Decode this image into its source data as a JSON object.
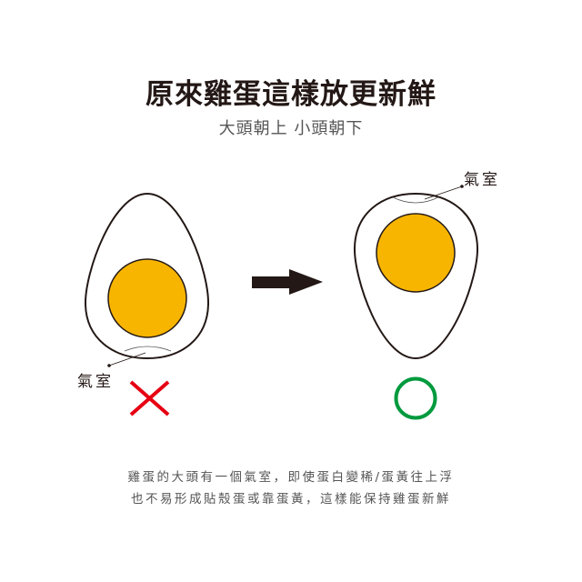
{
  "title": "原來雞蛋這樣放更新鮮",
  "subtitle": "大頭朝上 小頭朝下",
  "wrong_example": {
    "air_cell_label": "氣室",
    "mark": "x-mark"
  },
  "right_example": {
    "air_cell_label": "氣室",
    "mark": "circle-mark"
  },
  "description": [
    "雞蛋的大頭有一個氣室，即使蛋白變稀/蛋黃往上浮",
    "也不易形成貼殼蛋或靠蛋黃，這樣能保持雞蛋新鮮"
  ],
  "colors": {
    "yolk": "#F8B500",
    "wrong": "#E60012",
    "right": "#009A3E",
    "ink": "#231815"
  }
}
